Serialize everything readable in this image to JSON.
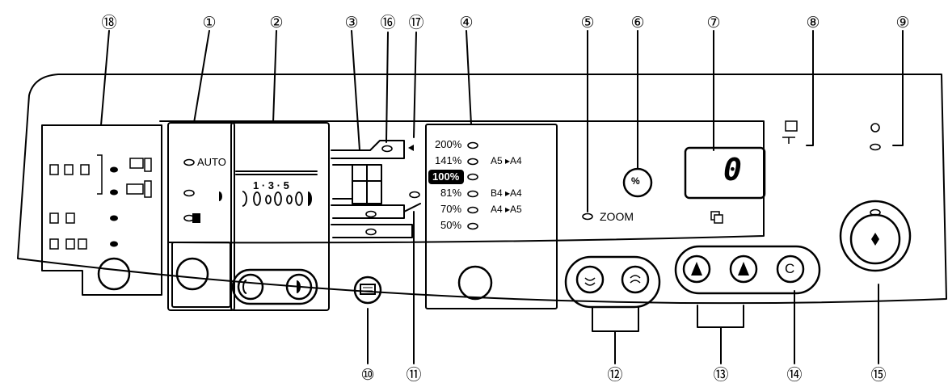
{
  "callouts": [
    "⑱",
    "①",
    "②",
    "③",
    "⑯",
    "⑰",
    "④",
    "⑤",
    "⑥",
    "⑦",
    "⑧",
    "⑨",
    "⑩",
    "⑪",
    "⑫",
    "⑬",
    "⑭",
    "⑮"
  ],
  "exposure": {
    "auto_label": "AUTO",
    "scale_label": "1 · 3 · 5"
  },
  "zoom_label": "ZOOM",
  "percent_key_label": "%",
  "clear_key_label": "C",
  "display_value": "0",
  "ratios": {
    "percents": [
      "200%",
      "141%",
      "100%",
      "81%",
      "70%",
      "50%"
    ],
    "selected_index": 2,
    "paper": [
      "A5 ▸A4",
      "B4 ▸A4",
      "A4 ▸A5"
    ]
  }
}
